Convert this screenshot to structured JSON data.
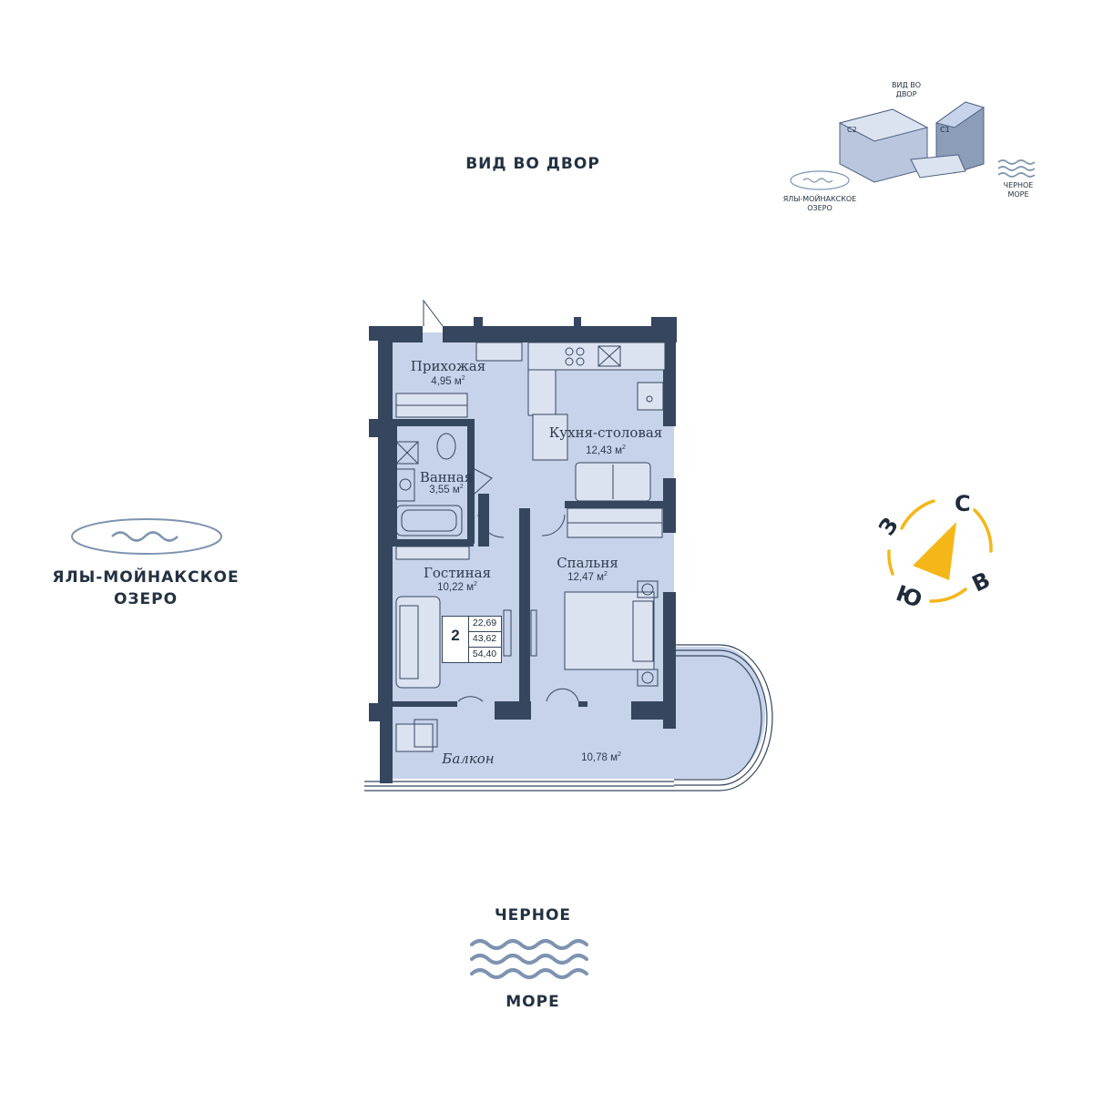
{
  "view_label": "ВИД ВО ДВОР",
  "lake": {
    "line1": "ЯЛЫ-МОЙНАКСКОЕ",
    "line2": "ОЗЕРО"
  },
  "sea": {
    "top": "ЧЕРНОЕ",
    "bottom": "МОРЕ"
  },
  "minimap": {
    "view_line1": "ВИД ВО",
    "view_line2": "ДВОР",
    "block_c2": "С2",
    "block_c1": "С1",
    "lake_line1": "ЯЛЫ-МОЙНАКСКОЕ",
    "lake_line2": "ОЗЕРО",
    "sea_line1": "ЧЕРНОЕ",
    "sea_line2": "МОРЕ"
  },
  "rooms": {
    "hall": {
      "name": "Прихожая",
      "area": "4,95 м",
      "unit_sup": "2"
    },
    "kitchen": {
      "name": "Кухня-столовая",
      "area": "12,43 м",
      "unit_sup": "2"
    },
    "bathroom": {
      "name": "Ванная",
      "area": "3,55 м",
      "unit_sup": "2"
    },
    "living": {
      "name": "Гостиная",
      "area": "10,22 м",
      "unit_sup": "2"
    },
    "bedroom": {
      "name": "Спальня",
      "area": "12,47 м",
      "unit_sup": "2"
    },
    "balcony": {
      "name": "Балкон",
      "area": "10,78 м",
      "unit_sup": "2"
    }
  },
  "apartment": {
    "rooms": "2",
    "living_area": "22,69",
    "total_area": "43,62",
    "total_with_balcony": "54,40"
  },
  "compass": {
    "north": "С",
    "east": "В",
    "south": "Ю",
    "west": "З"
  },
  "colors": {
    "wall": "#35465e",
    "floor": "#c7d3ea",
    "text": "#233142",
    "compass_accent": "#f5b618",
    "water": "#7d93b0"
  }
}
